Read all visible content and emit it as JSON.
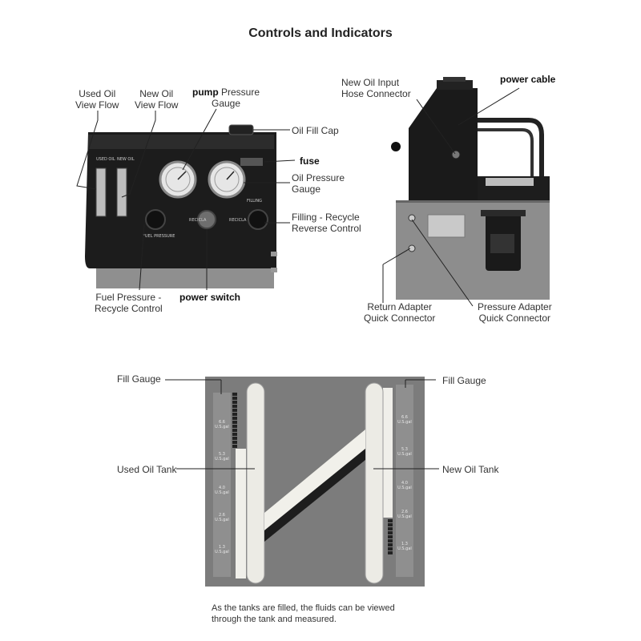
{
  "page_title": "Controls and Indicators",
  "front_panel": {
    "labels": {
      "used_oil_view_flow": "Used Oil\nView Flow",
      "new_oil_view_flow": "New Oil\nView Flow",
      "pump_pressure_gauge_bold": "pump",
      "pump_pressure_gauge_rest": " Pressure\nGauge",
      "oil_fill_cap": "Oil Fill Cap",
      "fuse": "fuse",
      "oil_pressure_gauge": "Oil Pressure\nGauge",
      "filling_recycle_reverse_control": "Filling - Recycle\nReverse Control",
      "fuel_pressure_recycle_control": "Fuel Pressure -\nRecycle Control",
      "power_switch": "power switch"
    }
  },
  "side_panel": {
    "labels": {
      "new_oil_input_hose_connector": "New Oil Input\nHose Connector",
      "power_cable": "power cable",
      "return_adapter_quick_connector": "Return Adapter\nQuick Connector",
      "pressure_adapter_quick_connector": "Pressure Adapter\nQuick Connector"
    }
  },
  "tank_view": {
    "labels": {
      "fill_gauge_left": "Fill Gauge",
      "fill_gauge_right": "Fill Gauge",
      "used_oil_tank": "Used Oil Tank",
      "new_oil_tank": "New Oil Tank"
    },
    "scale_left": [
      "6.6\nU.S.gal",
      "5.3\nU.S.gal",
      "4.0\nU.S.gal",
      "2.6\nU.S.gal",
      "1.3\nU.S.gal"
    ],
    "scale_right": [
      "6.6\nU.S.gal",
      "5.3\nU.S.gal",
      "4.0\nU.S.gal",
      "2.6\nU.S.gal",
      "1.3\nU.S.gal"
    ]
  },
  "caption": "As the tanks are filled, the fluids can be viewed\nthrough the tank and measured.",
  "colors": {
    "machine_dark": "#1f1f1f",
    "machine_base": "#8c8c8c",
    "tank_panel": "#7a7a7a",
    "tank_fluid": "#ecebe6"
  }
}
